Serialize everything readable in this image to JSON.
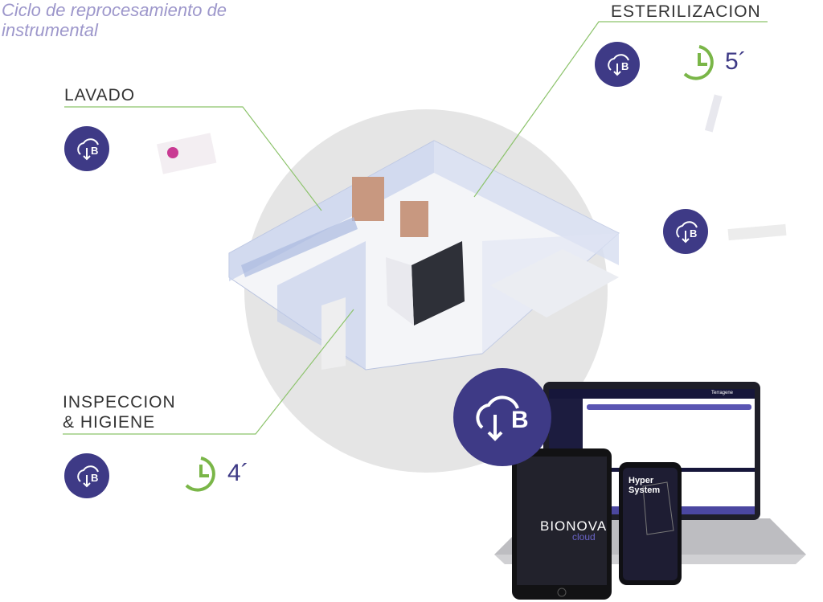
{
  "title": "Ciclo de reprocesamiento de instrumental",
  "stages": {
    "lavado": "LAVADO",
    "esterilizacion": "ESTERILIZACION",
    "inspeccion_line1": "INSPECCION",
    "inspeccion_line2": "& HIGIENE"
  },
  "timers": {
    "esterilizacion": "5´",
    "inspeccion": "4´"
  },
  "devices": {
    "laptop_brand": "Terragene",
    "tablet_brand": "BIONOVA",
    "tablet_sub": "cloud",
    "phone_title": "Hyper System"
  },
  "colors": {
    "accent": "#3e3a86",
    "green": "#7ab648",
    "title": "#9d97cb",
    "circle": "#e5e5e5"
  }
}
